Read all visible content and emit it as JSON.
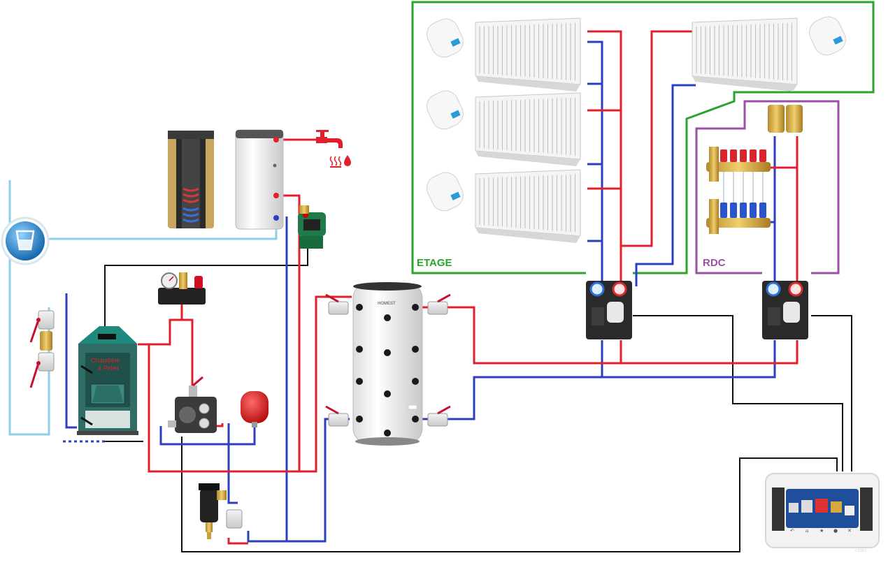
{
  "zones": {
    "etage": {
      "label": "ETAGE",
      "color": "#2aa52a"
    },
    "rdc": {
      "label": "RDC",
      "color": "#9b4fa6"
    }
  },
  "boiler": {
    "line1": "Chaudière",
    "line2": "à Pellet"
  },
  "controller": {
    "brand": "CEMA"
  },
  "colors": {
    "supply": "#e0202a",
    "return": "#2b3fbf",
    "cold_water": "#8ecfe8",
    "signal": "#111111",
    "boiler_body": "#2f6d66",
    "boiler_roof": "#1f8a7c"
  },
  "icons": [
    "water-tap-icon",
    "hot-water-icon",
    "cold-water-supply-icon",
    "thermostatic-valve-icon"
  ]
}
